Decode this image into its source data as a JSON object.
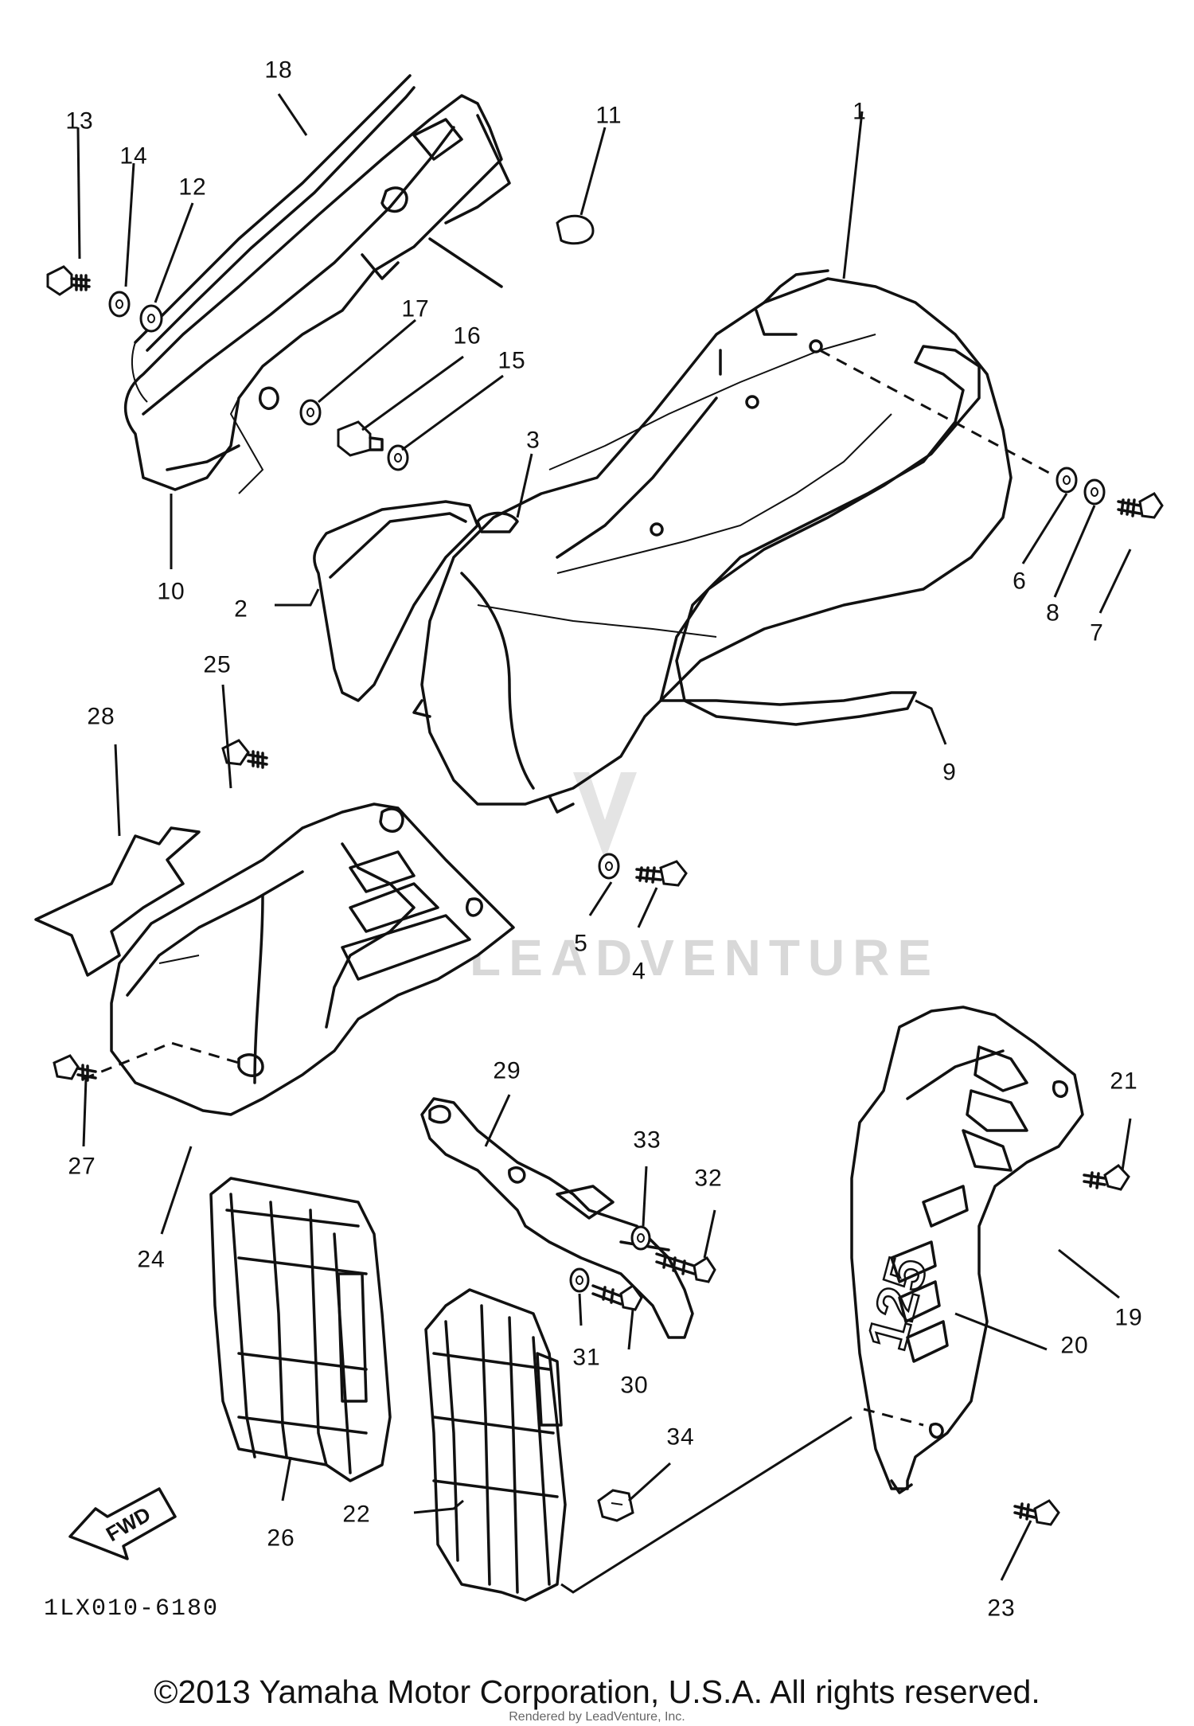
{
  "drawing_code": "1LX010-6180",
  "watermark": "LEADVENTURE",
  "fwd_label": "FWD",
  "copyright": "©2013 Yamaha Motor Corporation, U.S.A. All rights reserved.",
  "rendered_by": "Rendered by LeadVenture, Inc.",
  "callouts": [
    "1",
    "2",
    "3",
    "4",
    "5",
    "6",
    "7",
    "8",
    "9",
    "10",
    "11",
    "12",
    "13",
    "14",
    "15",
    "16",
    "17",
    "18",
    "19",
    "20",
    "21",
    "22",
    "23",
    "24",
    "25",
    "26",
    "27",
    "28",
    "29",
    "30",
    "31",
    "32",
    "33",
    "34"
  ],
  "decal_text": "125"
}
